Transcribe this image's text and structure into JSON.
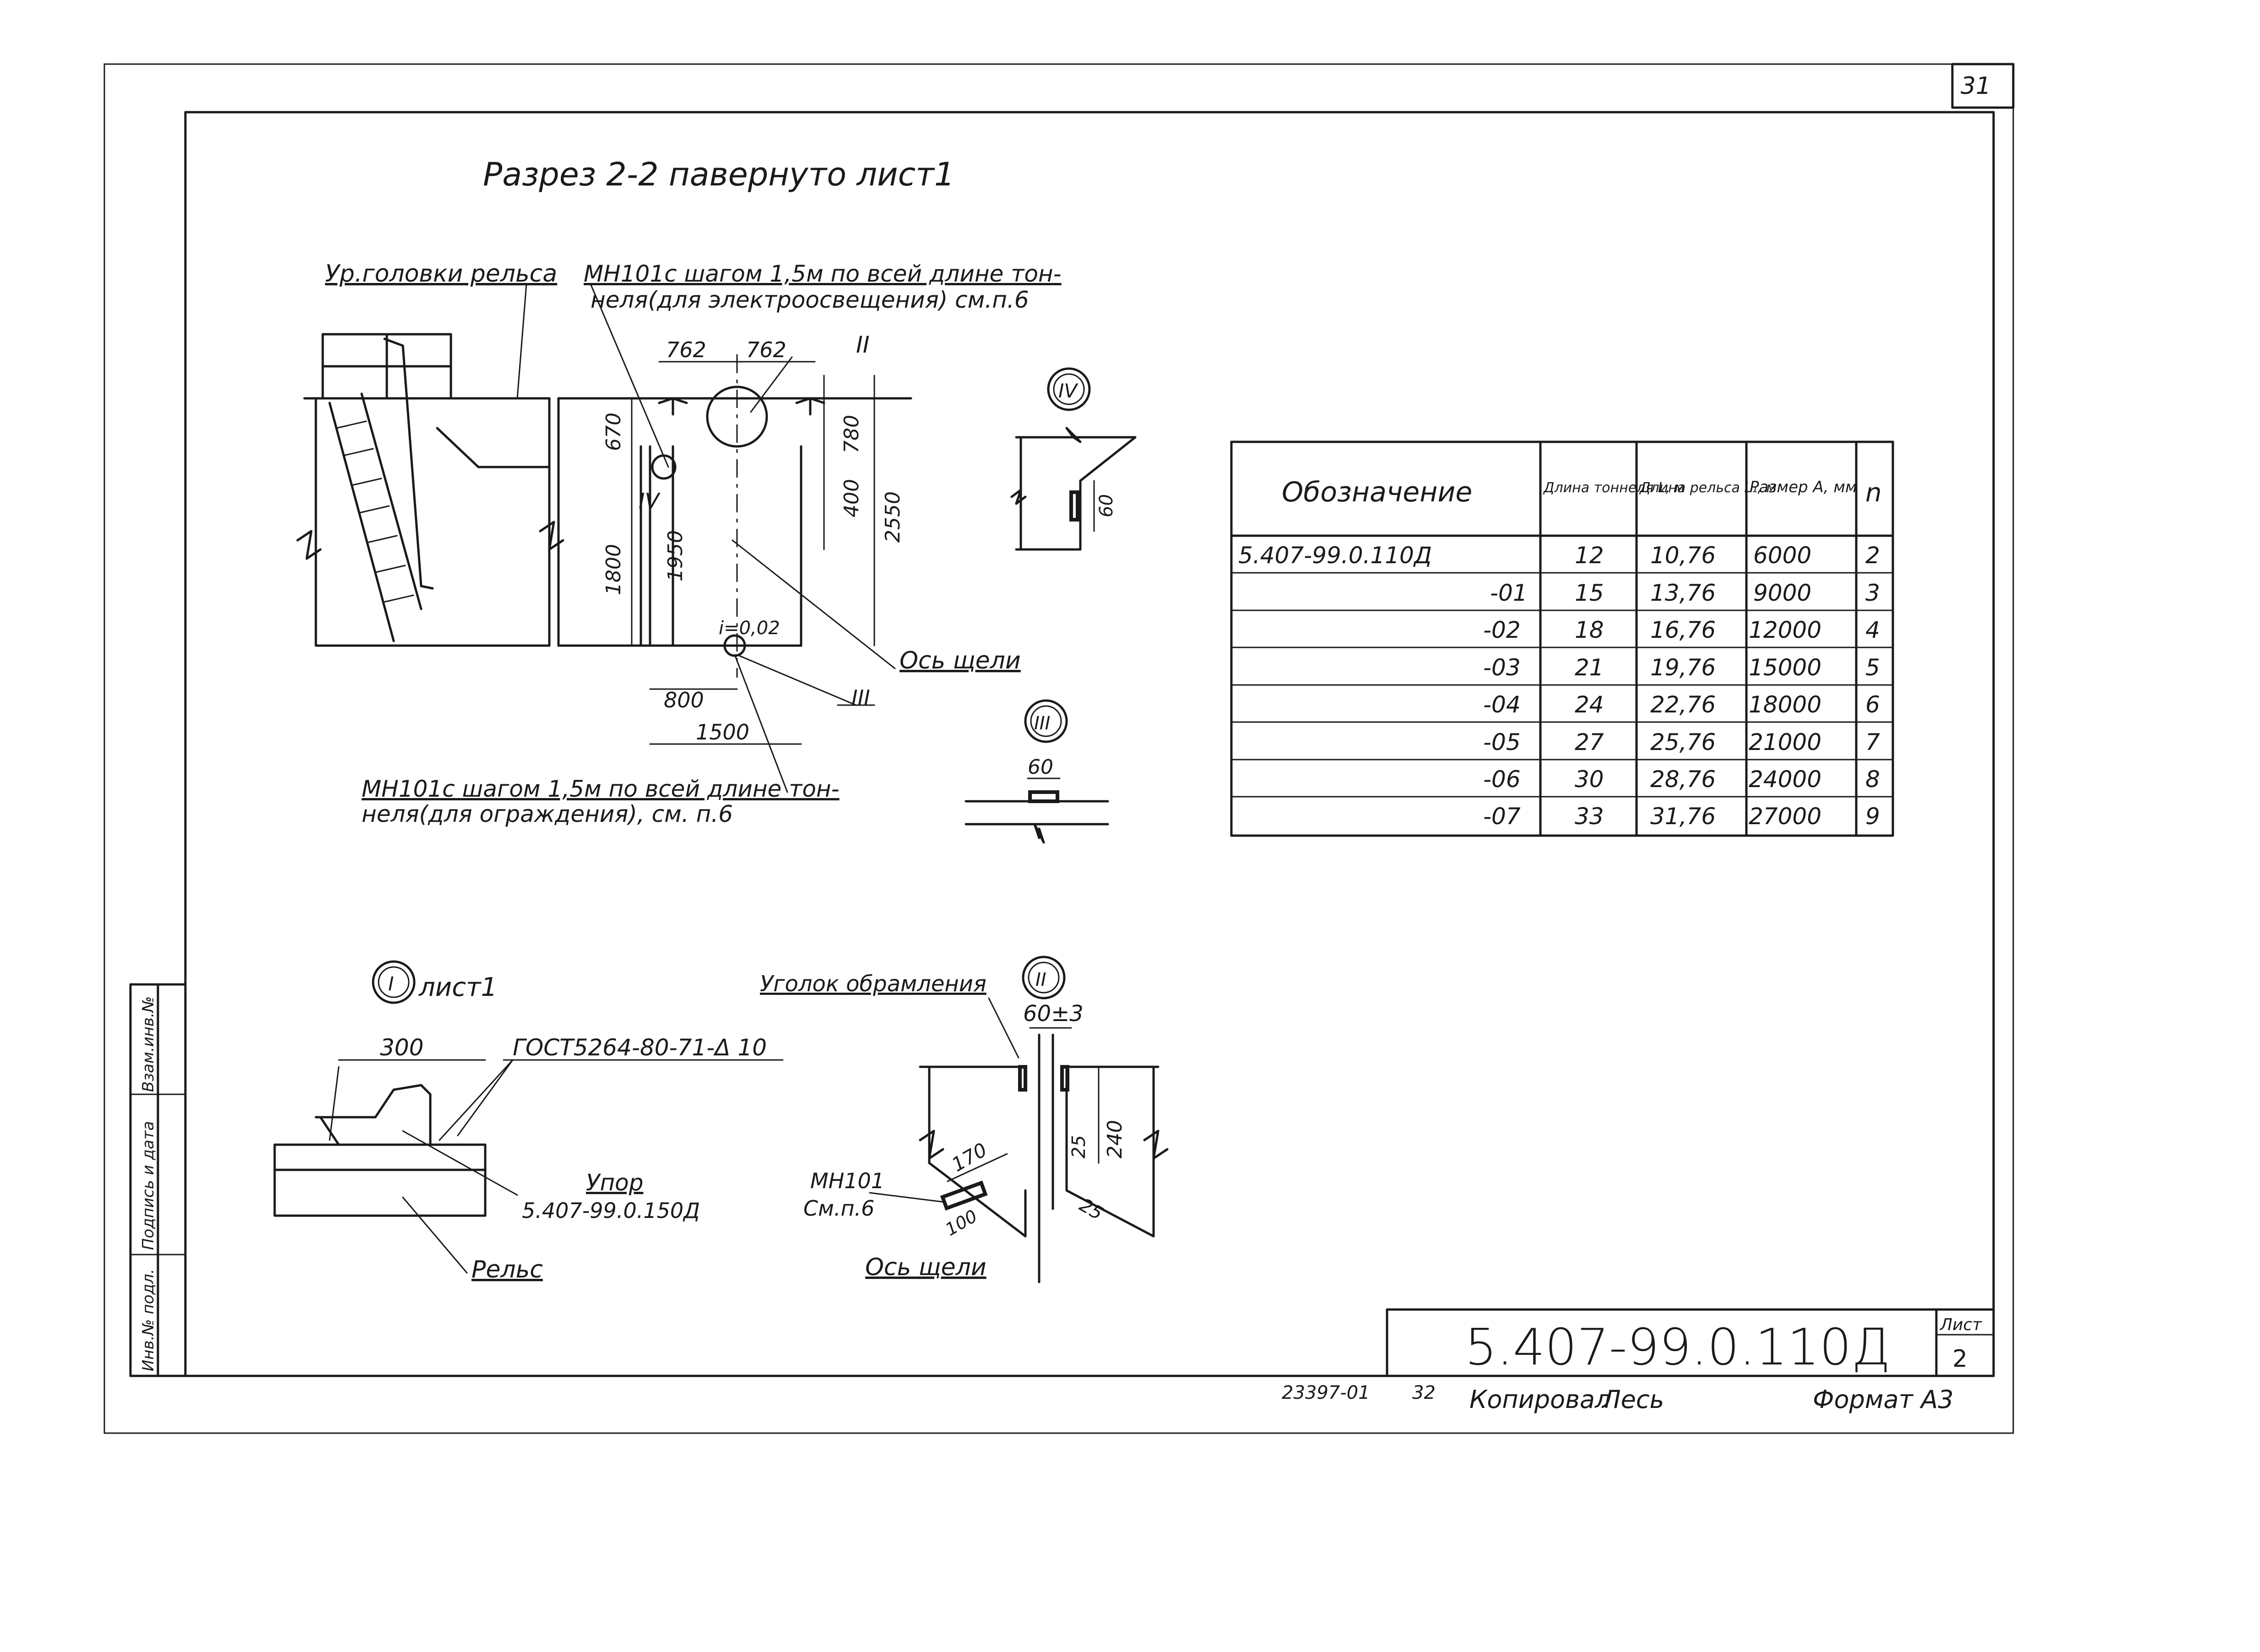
{
  "sheet_number_corner": "31",
  "section_title": "Разрез 2-2 павернуто лист1",
  "labels": {
    "rail_head": "Ур.головки рельса",
    "mn_top_line1": "МН101с шагом 1,5м по всей длине тон-",
    "mn_top_line2": "неля(для электроосвещения) см.п.6",
    "mn_bottom_line1": "МН101с шагом 1,5м по всей длине тон-",
    "mn_bottom_line2": "неля(для ограждения), см. п.6",
    "gap_axis": "Ось щели",
    "slope": "i=0,02"
  },
  "dimensions": {
    "d762a": "762",
    "d762b": "762",
    "d670": "670",
    "d780": "780",
    "d400": "400",
    "d2550": "2550",
    "d1800": "1800",
    "d1950": "1950",
    "d800": "800",
    "d1500": "1500"
  },
  "node_marks": {
    "I": "I",
    "II": "II",
    "III": "III",
    "IV": "IV"
  },
  "detail_IV": {
    "dim": "60"
  },
  "detail_III": {
    "dim": "60"
  },
  "detail_I": {
    "sheet_ref": "лист1",
    "dim300": "300",
    "gost": "ГОСТ5264-80-71-Δ 10",
    "stop_label": "Упор",
    "stop_ref": "5.407-99.0.150Д",
    "rail": "Рельс"
  },
  "detail_II": {
    "angle_label": "Уголок обрамления",
    "dim_top": "60±3",
    "d170": "170",
    "d100": "100",
    "d25a": "25",
    "d240": "240",
    "d25b": "25",
    "mn_label": "МН101",
    "mn_ref": "См.п.6",
    "gap_axis": "Ось щели"
  },
  "table": {
    "headers": [
      "Обозначение",
      "Длина тоннеля L, м",
      "Длина рельса L₁, м",
      "Размер А, мм",
      "n"
    ],
    "rows": [
      [
        "5.407-99.0.110Д",
        "12",
        "10,76",
        "6000",
        "2"
      ],
      [
        "-01",
        "15",
        "13,76",
        "9000",
        "3"
      ],
      [
        "-02",
        "18",
        "16,76",
        "12000",
        "4"
      ],
      [
        "-03",
        "21",
        "19,76",
        "15000",
        "5"
      ],
      [
        "-04",
        "24",
        "22,76",
        "18000",
        "6"
      ],
      [
        "-05",
        "27",
        "25,76",
        "21000",
        "7"
      ],
      [
        "-06",
        "30",
        "28,76",
        "24000",
        "8"
      ],
      [
        "-07",
        "33",
        "31,76",
        "27000",
        "9"
      ]
    ]
  },
  "side_stamp": [
    "Инв.№ подл.",
    "Подпись и дата",
    "Взам.инв.№"
  ],
  "title_block": {
    "code": "5.407-99.0.110Д",
    "sheet_label": "Лист",
    "sheet_no": "2"
  },
  "footer": {
    "order": "23397-01",
    "order_suffix": "32",
    "copied": "Копировал",
    "signature": "Лесь",
    "format": "Формат А3"
  }
}
